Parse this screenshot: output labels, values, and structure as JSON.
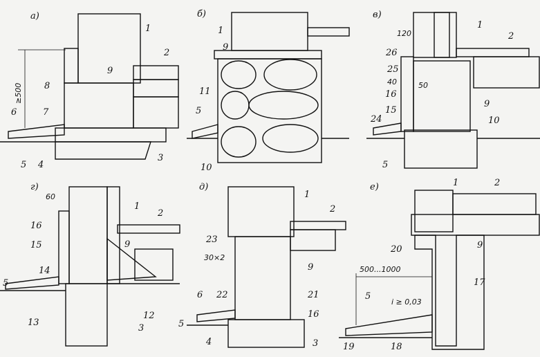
{
  "panels": {
    "a": {
      "letter": "а)",
      "labels": [
        "1",
        "2",
        "9",
        "8",
        "7",
        "6",
        "5",
        "4",
        "3"
      ],
      "dimension": "≥500"
    },
    "b": {
      "letter": "б)",
      "labels": [
        "1",
        "9",
        "11",
        "5",
        "10"
      ]
    },
    "v": {
      "letter": "в)",
      "labels": [
        "1",
        "2",
        "120",
        "26",
        "25",
        "40",
        "50",
        "16",
        "15",
        "24",
        "5",
        "9",
        "10"
      ]
    },
    "g": {
      "letter": "г)",
      "labels": [
        "60",
        "1",
        "2",
        "16",
        "15",
        "9",
        "14",
        "5",
        "13",
        "12",
        "3"
      ]
    },
    "d": {
      "letter": "д)",
      "labels": [
        "1",
        "2",
        "23",
        "30×2",
        "9",
        "6",
        "22",
        "21",
        "5",
        "16",
        "4",
        "3"
      ]
    },
    "e": {
      "letter": "е)",
      "labels": [
        "1",
        "2",
        "9",
        "20",
        "500...1000",
        "17",
        "5",
        "i ≥ 0,03",
        "19",
        "18"
      ]
    }
  }
}
